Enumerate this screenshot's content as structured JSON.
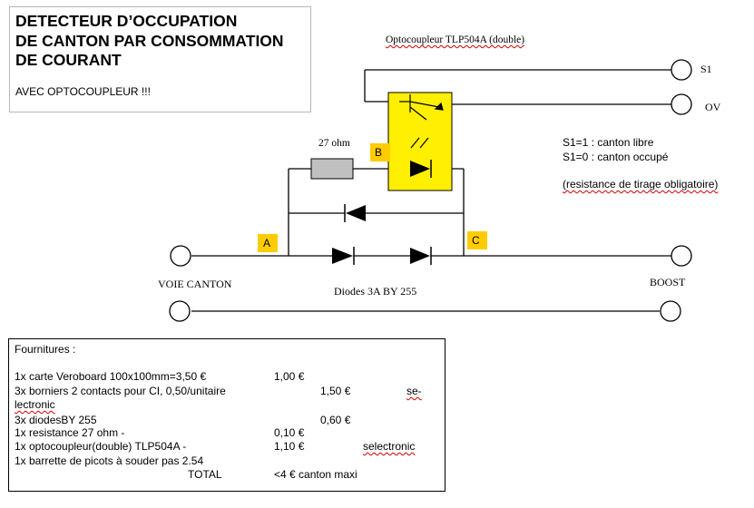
{
  "title": {
    "line1": "DETECTEUR D’OCCUPATION",
    "line2": "DE CANTON PAR CONSOMMATION",
    "line3": "DE COURANT",
    "subtitle": "AVEC OPTOCOUPLEUR !!!"
  },
  "diagram": {
    "optocoupler_label": "Optocoupleur TLP504A (double)",
    "resistor_label": "27 ohm",
    "diodes_label": "Diodes 3A BY 255",
    "terminal_s1": "S1",
    "terminal_0v": "OV",
    "terminal_voie": "VOIE CANTON",
    "terminal_boost": "BOOST",
    "point_a": "A",
    "point_b": "B",
    "point_c": "C",
    "note_line1": "S1=1 : canton libre",
    "note_line2": "S1=0 : canton occupé",
    "note_line3": "(resistance de tirage obligatoire)",
    "colors": {
      "highlight": "#ffef00",
      "resistor": "#c0c0c0"
    }
  },
  "supplies": {
    "heading": "Fournitures :",
    "rows": [
      {
        "item": "1x carte Veroboard 100x100mm=3,50 €",
        "price": "1,00 €",
        "note": ""
      },
      {
        "item": "3x borniers 2 contacts pour CI, 0,50/unitaire",
        "price": "1,50 €",
        "note": "se-"
      },
      {
        "item": "lectronic",
        "price": "",
        "note": ""
      },
      {
        "item": "3x diodesBY 255",
        "price": "0,60 €",
        "note": ""
      },
      {
        "item": "1x resistance 27 ohm    -",
        "price": "0,10 €",
        "note": ""
      },
      {
        "item": "1x optocoupleur(double) TLP504A  -",
        "price": "1,10 €",
        "note": "selectronic"
      },
      {
        "item": "1x barrette de picots à souder pas 2.54",
        "price": "",
        "note": ""
      }
    ],
    "total_label": "TOTAL",
    "total_value": "<4 € canton maxi"
  }
}
